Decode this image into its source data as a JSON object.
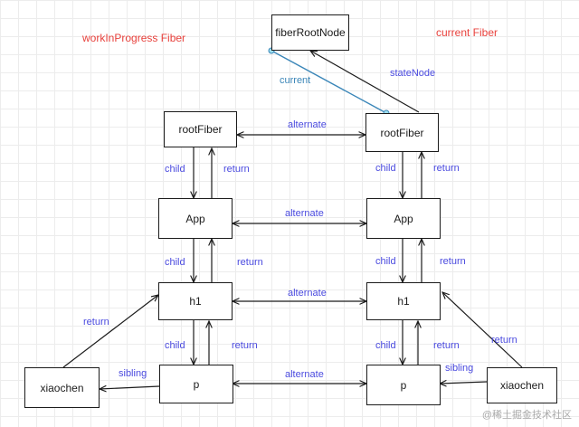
{
  "titles": {
    "left": "workInProgress Fiber",
    "right": "current Fiber"
  },
  "nodes": {
    "fiber_root_node": "fiberRootNode",
    "wip_root_fiber": "rootFiber",
    "cur_root_fiber": "rootFiber",
    "wip_app": "App",
    "cur_app": "App",
    "wip_h1": "h1",
    "cur_h1": "h1",
    "wip_p": "p",
    "cur_p": "p",
    "wip_xiaochen": "xiaochen",
    "cur_xiaochen": "xiaochen"
  },
  "edge_labels": {
    "current": "current",
    "state_node": "stateNode",
    "alternate": "alternate",
    "child": "child",
    "return": "return",
    "sibling": "sibling"
  },
  "watermark": "@稀土掘金技术社区",
  "colors": {
    "title": "#e8413c",
    "edge_label": "#4a4adf",
    "current_link": "#3a86b8",
    "stroke": "#1b1b1b"
  }
}
